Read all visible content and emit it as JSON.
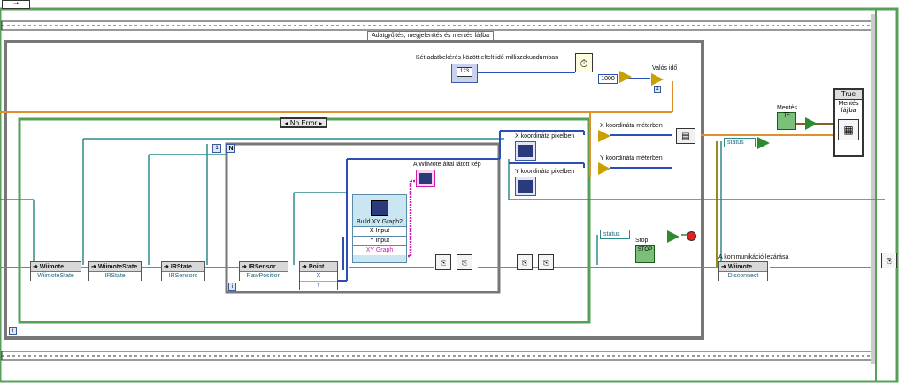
{
  "diagram": {
    "outer_frame_label": "Adatgyűjtés, megjelenítés és mentés fájlba",
    "case_selector": {
      "value": "No Error",
      "left_arrow": "◂",
      "right_arrow": "▸"
    },
    "case_true_selector": {
      "value": "True"
    },
    "iteration_labels": {
      "inner_for_count": "N",
      "inner_index": "i",
      "outer_index": "i",
      "for_constant": "1"
    },
    "nodes": {
      "wiimote": {
        "header": "Wiimote",
        "output": "WiimoteState"
      },
      "wiimote_state": {
        "header": "WiimoteState",
        "output": "IRState"
      },
      "ir_state": {
        "header": "IRState",
        "output": "IRSensors"
      },
      "ir_sensor": {
        "header": "IRSensor",
        "output": "RawPosition"
      },
      "point": {
        "header": "Point",
        "out_x": "X",
        "out_y": "Y"
      },
      "disconnect": {
        "header": "Wiimote",
        "output": "Disconnect"
      }
    },
    "build_xy_graph": {
      "title": "Build XY Graph2",
      "rows": [
        "X Input",
        "Y Input",
        "XY Graph"
      ]
    },
    "labels": {
      "time_between": "Két adatbekérés között eltelt idő milliszekundumban",
      "real_time": "Valós idő",
      "graph_seen": "A WiiMote által látott kép",
      "x_pixels": "X koordináta pixelben",
      "y_pixels": "Y koordináta pixelben",
      "x_meters": "X koordináta méterben",
      "y_meters": "Y koordináta méterben",
      "save": "Mentés",
      "save_to_file": "Mentés fájlba",
      "stop": "Stop",
      "close_comm": "A kommunikáció lezárása",
      "status_1": "status",
      "status_2": "status"
    },
    "constants": {
      "ms_const": "1000",
      "tick_label": "123"
    },
    "stop_button_text": "STOP",
    "save_button_text": "TF",
    "icons": {
      "stop-indicator": "red-dot",
      "file-icon": "file",
      "graph-icon": "xy-graph"
    }
  }
}
